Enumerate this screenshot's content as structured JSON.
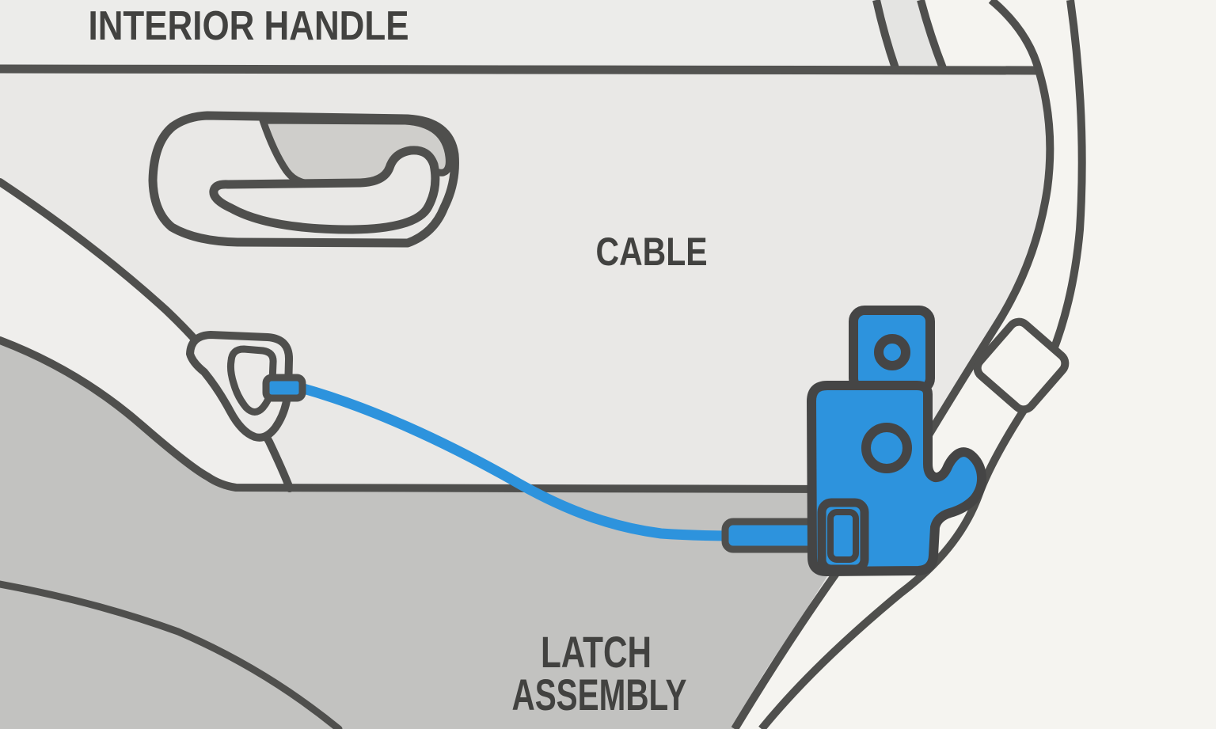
{
  "diagram": {
    "subject": "car-door-interior-latch-mechanism",
    "labels": {
      "interior_handle": "INTERIOR HANDLE",
      "cable": "CABLE",
      "latch_assembly_line1": "LATCH",
      "latch_assembly_line2": "ASSEMBLY"
    },
    "colors": {
      "background": "#f5f4f0",
      "door_panel": "#e9e8e6",
      "top_band": "#ececea",
      "pillar_strip": "#e4e4e2",
      "panel_wedge": "#efeeec",
      "lower_panel": "#c2c2c0",
      "handle_recess": "#cfcecb",
      "outline_dark": "#4f4f4d",
      "accent_blue": "#2d93dd",
      "label_text": "#424240"
    }
  }
}
